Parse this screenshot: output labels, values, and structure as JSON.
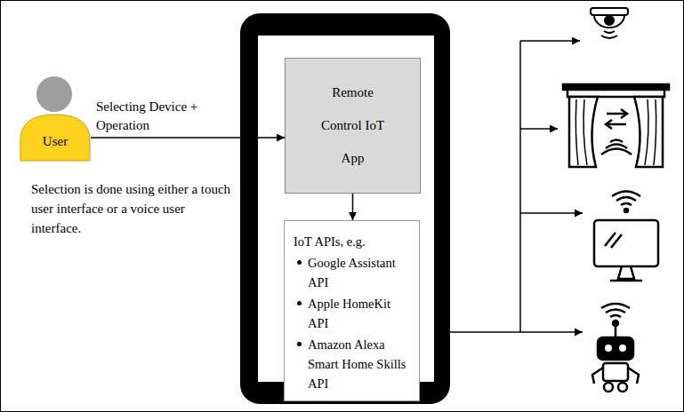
{
  "diagram": {
    "nodes": [
      {
        "text": [
          "User"
        ]
      },
      {
        "text": [
          "Remote Control IoT App"
        ]
      },
      {
        "text": [
          "IoT APIs, e.g.",
          "Google Assistant API",
          "Apple HomeKit API",
          "Amazon Alexa Smart Home Skills API"
        ]
      }
    ],
    "edges": [
      {
        "from": 0,
        "to": 1,
        "label": "Selecting Device + Operation",
        "arrow": "to"
      },
      {
        "from": 1,
        "to": 2,
        "arrow": "to"
      }
    ],
    "labels": [
      "Selection is done using either a touch user interface or a voice user interface."
    ]
  }
}
